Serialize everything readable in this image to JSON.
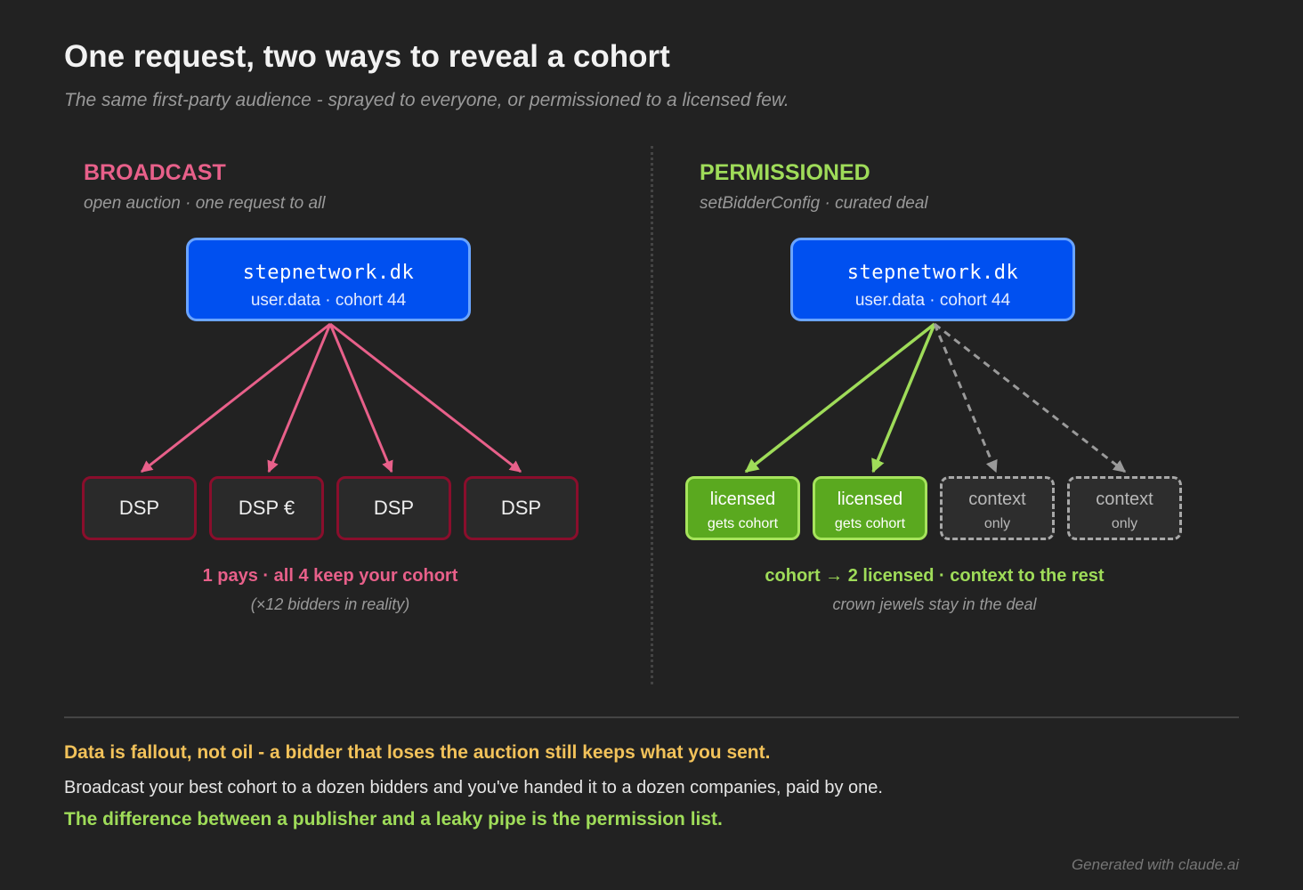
{
  "header": {
    "title": "One request, two ways to reveal a cohort",
    "subtitle": "The same first-party audience - sprayed to everyone, or permissioned to a licensed few."
  },
  "broadcast": {
    "title": "BROADCAST",
    "subtitle": "open auction · one request to all",
    "accent": "#e8608a",
    "source": {
      "domain": "stepnetwork.dk",
      "meta": "user.data · cohort 44"
    },
    "dsps": [
      "DSP",
      "DSP €",
      "DSP",
      "DSP"
    ],
    "caption": "1 pays · all 4 keep your cohort",
    "caption_sub": "(×12 bidders in reality)"
  },
  "permissioned": {
    "title": "PERMISSIONED",
    "subtitle": "setBidderConfig · curated deal",
    "accent": "#9fdc59",
    "source": {
      "domain": "stepnetwork.dk",
      "meta": "user.data · cohort 44"
    },
    "licensed": [
      {
        "label": "licensed",
        "detail": "gets cohort"
      },
      {
        "label": "licensed",
        "detail": "gets cohort"
      }
    ],
    "context": [
      {
        "label": "context",
        "detail": "only"
      },
      {
        "label": "context",
        "detail": "only"
      }
    ],
    "caption": "cohort → 2 licensed · context to the rest",
    "caption_sub": "crown jewels stay in the deal"
  },
  "footer": {
    "line1": "Data is fallout, not oil - a bidder that loses the auction still keeps what you sent.",
    "line2": "Broadcast your best cohort to a dozen bidders and you've handed it to a dozen companies, paid by one.",
    "line3": "The difference between a publisher and a leaky pipe is the permission list.",
    "credit": "Generated with claude.ai"
  }
}
